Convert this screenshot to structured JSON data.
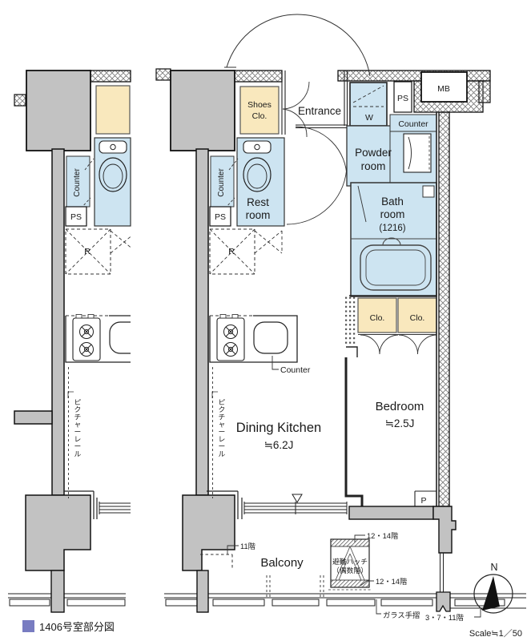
{
  "labels": {
    "shoes_closet_1": "Shoes",
    "shoes_closet_2": "Clo.",
    "entrance": "Entrance",
    "washer": "W",
    "ps": "PS",
    "mb": "MB",
    "counter": "Counter",
    "powder_1": "Powder",
    "powder_2": "room",
    "rest_1": "Rest",
    "rest_2": "room",
    "bath_1": "Bath",
    "bath_2": "room",
    "bath_3": "(1216)",
    "closet": "Clo.",
    "fridge": "R",
    "p": "P",
    "bedroom_1": "Bedroom",
    "bedroom_2": "≒2.5J",
    "dk_1": "Dining Kitchen",
    "dk_2": "≒6.2J",
    "balcony": "Balcony",
    "hatch_1": "避難ハッチ",
    "hatch_2": "（偶数階）",
    "floors_12_14": "12・14階",
    "floor_11": "11階",
    "floors_3_7_11": "3・7・11階",
    "glass_rail": "ガラス手摺",
    "picture_rail": "ピクチャーレール",
    "legend": "1406号室部分図",
    "north": "N",
    "scale": "Scale≒1／50"
  },
  "colors": {
    "wet_area": "#cde4f1",
    "closet_fill": "#f9e8bd",
    "wall_gray": "#c2c2c2",
    "legend_square": "#787cc1"
  }
}
